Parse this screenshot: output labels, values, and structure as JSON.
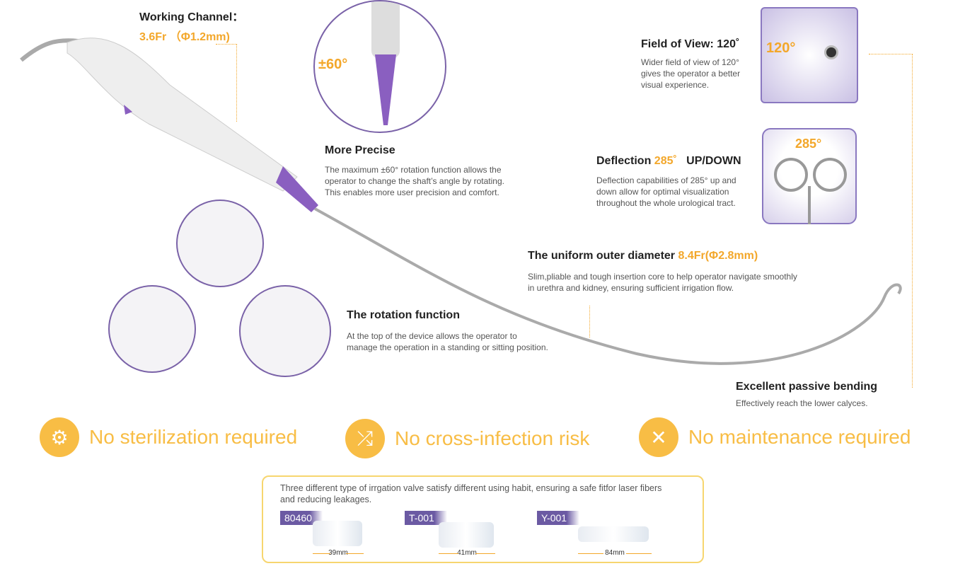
{
  "working_channel": {
    "title": "Working Channel：",
    "value": "3.6Fr （Φ1.2mm)"
  },
  "rotation_label": "±60°",
  "more_precise": {
    "title": "More Precise",
    "desc": [
      "The maximum  ±60° rotation function allows the",
      "operator to change the shaft’s angle by rotating.",
      "This enables more user precision and comfort."
    ]
  },
  "fov": {
    "title": "Field of View: 120˚",
    "angle": "120°",
    "desc": [
      "Wider field of view of 120°",
      "gives the operator a better",
      "visual experience."
    ]
  },
  "deflection": {
    "title": "Deflection",
    "value": "285˚",
    "suffix": "UP/DOWN",
    "angle": "285°",
    "desc": [
      "Deflection capabilities of 285° up and",
      "down allow for optimal visualization",
      "throughout the whole urological tract."
    ]
  },
  "outer_diameter": {
    "title": "The uniform outer diameter",
    "value": "8.4Fr(Φ2.8mm)",
    "desc": [
      "Slim,pliable and tough insertion core to help operator navigate smoothly",
      "in urethra and kidney, ensuring sufficient irrigation flow."
    ]
  },
  "rotation_function": {
    "title": "The rotation function",
    "desc": [
      "At the top of the device allows the operator to",
      "manage the operation  in a standing or sitting position."
    ]
  },
  "passive_bending": {
    "title": "Excellent passive bending",
    "desc": "Effectively reach the lower calyces."
  },
  "features": [
    {
      "label": "No sterilization required",
      "icon": "no-germ-icon"
    },
    {
      "label": "No cross-infection risk",
      "icon": "shuffle-icon"
    },
    {
      "label": "No maintenance required",
      "icon": "tools-icon"
    }
  ],
  "valves": {
    "desc": [
      "Three different type of irrgation valve satisfy different using habit, ensuring a safe fitfor laser fibers",
      "and reducing leakages."
    ],
    "items": [
      {
        "code": "80460",
        "size": "39mm"
      },
      {
        "code": "T-001",
        "size": "41mm"
      },
      {
        "code": "Y-001",
        "size": "84mm"
      }
    ]
  },
  "colors": {
    "accent": "#f3a72a",
    "purple": "#7a62a8",
    "feature": "#f8bd45"
  }
}
